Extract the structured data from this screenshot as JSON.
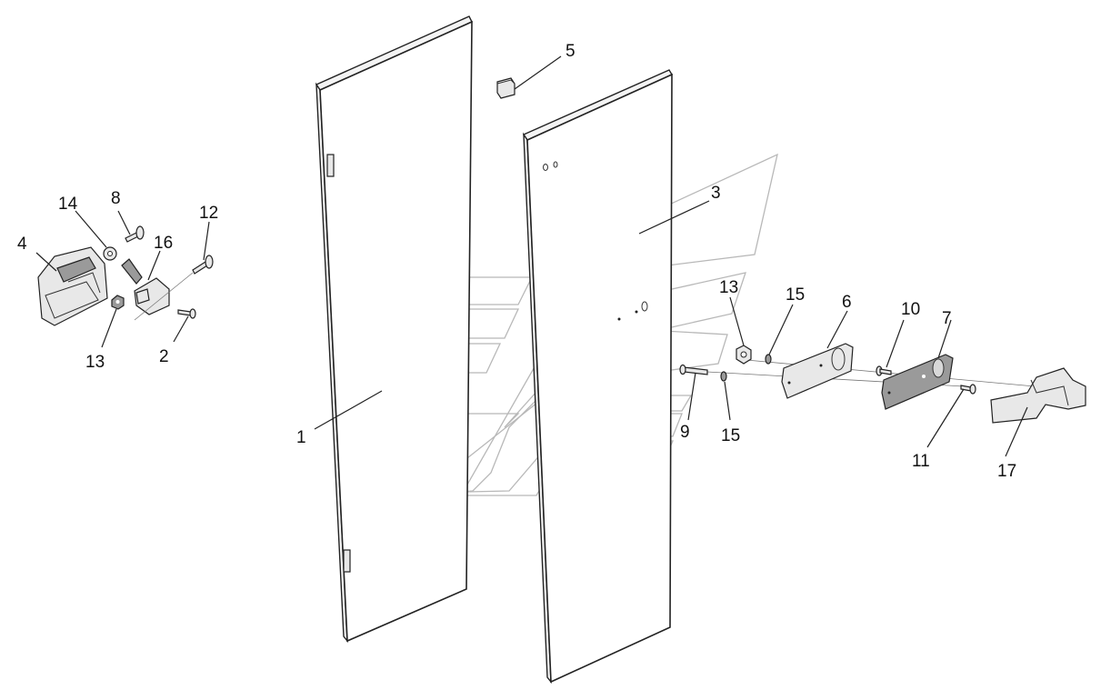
{
  "diagram": {
    "callouts": [
      {
        "id": "c1",
        "text": "1"
      },
      {
        "id": "c2",
        "text": "2"
      },
      {
        "id": "c3",
        "text": "3"
      },
      {
        "id": "c4",
        "text": "4"
      },
      {
        "id": "c5",
        "text": "5"
      },
      {
        "id": "c6",
        "text": "6"
      },
      {
        "id": "c7",
        "text": "7"
      },
      {
        "id": "c8",
        "text": "8"
      },
      {
        "id": "c9",
        "text": "9"
      },
      {
        "id": "c10",
        "text": "10"
      },
      {
        "id": "c11",
        "text": "11"
      },
      {
        "id": "c12",
        "text": "12"
      },
      {
        "id": "c13a",
        "text": "13"
      },
      {
        "id": "c13b",
        "text": "13"
      },
      {
        "id": "c14",
        "text": "14"
      },
      {
        "id": "c15a",
        "text": "15"
      },
      {
        "id": "c15b",
        "text": "15"
      },
      {
        "id": "c16",
        "text": "16"
      },
      {
        "id": "c17",
        "text": "17"
      }
    ]
  }
}
